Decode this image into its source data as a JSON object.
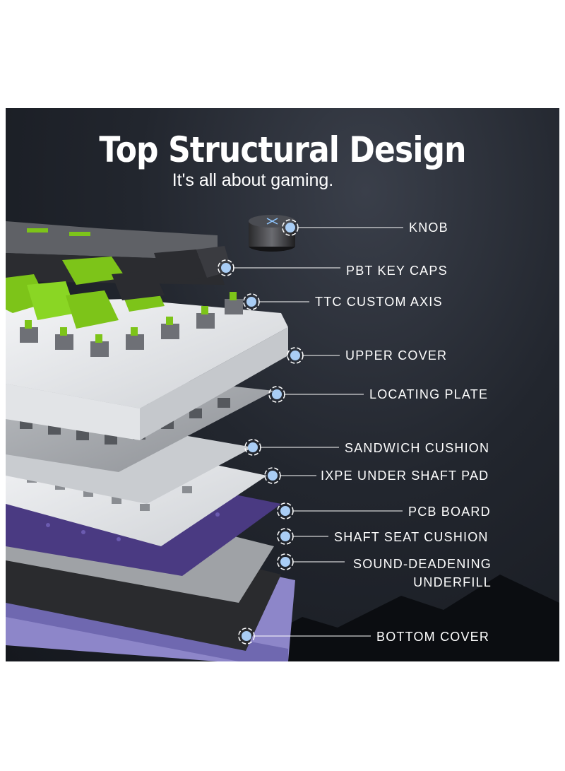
{
  "title": "Top Structural Design",
  "subtitle": "It's all about gaming.",
  "colors": {
    "background": "#1c1f25",
    "accent_green": "#7dc419",
    "keycap_gray": "#5f6166",
    "keycap_dark": "#2b2c30",
    "pcb_purple": "#4a3a82",
    "bottom_cover": "#8d86c9",
    "callout_dot": "#a9cdf5",
    "callout_line": "#ffffff"
  },
  "components": [
    {
      "id": "knob",
      "label": "KNOB"
    },
    {
      "id": "pbt-key-caps",
      "label": "PBT KEY CAPS"
    },
    {
      "id": "ttc-custom-axis",
      "label": "TTC  CUSTOM AXIS"
    },
    {
      "id": "upper-cover",
      "label": "UPPER COVER"
    },
    {
      "id": "locating-plate",
      "label": "LOCATING PLATE"
    },
    {
      "id": "sandwich-cushion",
      "label": "SANDWICH CUSHION"
    },
    {
      "id": "ixpe-under-shaft-pad",
      "label": "IXPE UNDER SHAFT PAD"
    },
    {
      "id": "pcb-board",
      "label": "PCB BOARD"
    },
    {
      "id": "shaft-seat-cushion",
      "label": "SHAFT SEAT CUSHION"
    },
    {
      "id": "sound-deadening-underfill",
      "label": "SOUND-DEADENING",
      "label2": "UNDERFILL"
    },
    {
      "id": "bottom-cover",
      "label": "BOTTOM COVER"
    }
  ]
}
